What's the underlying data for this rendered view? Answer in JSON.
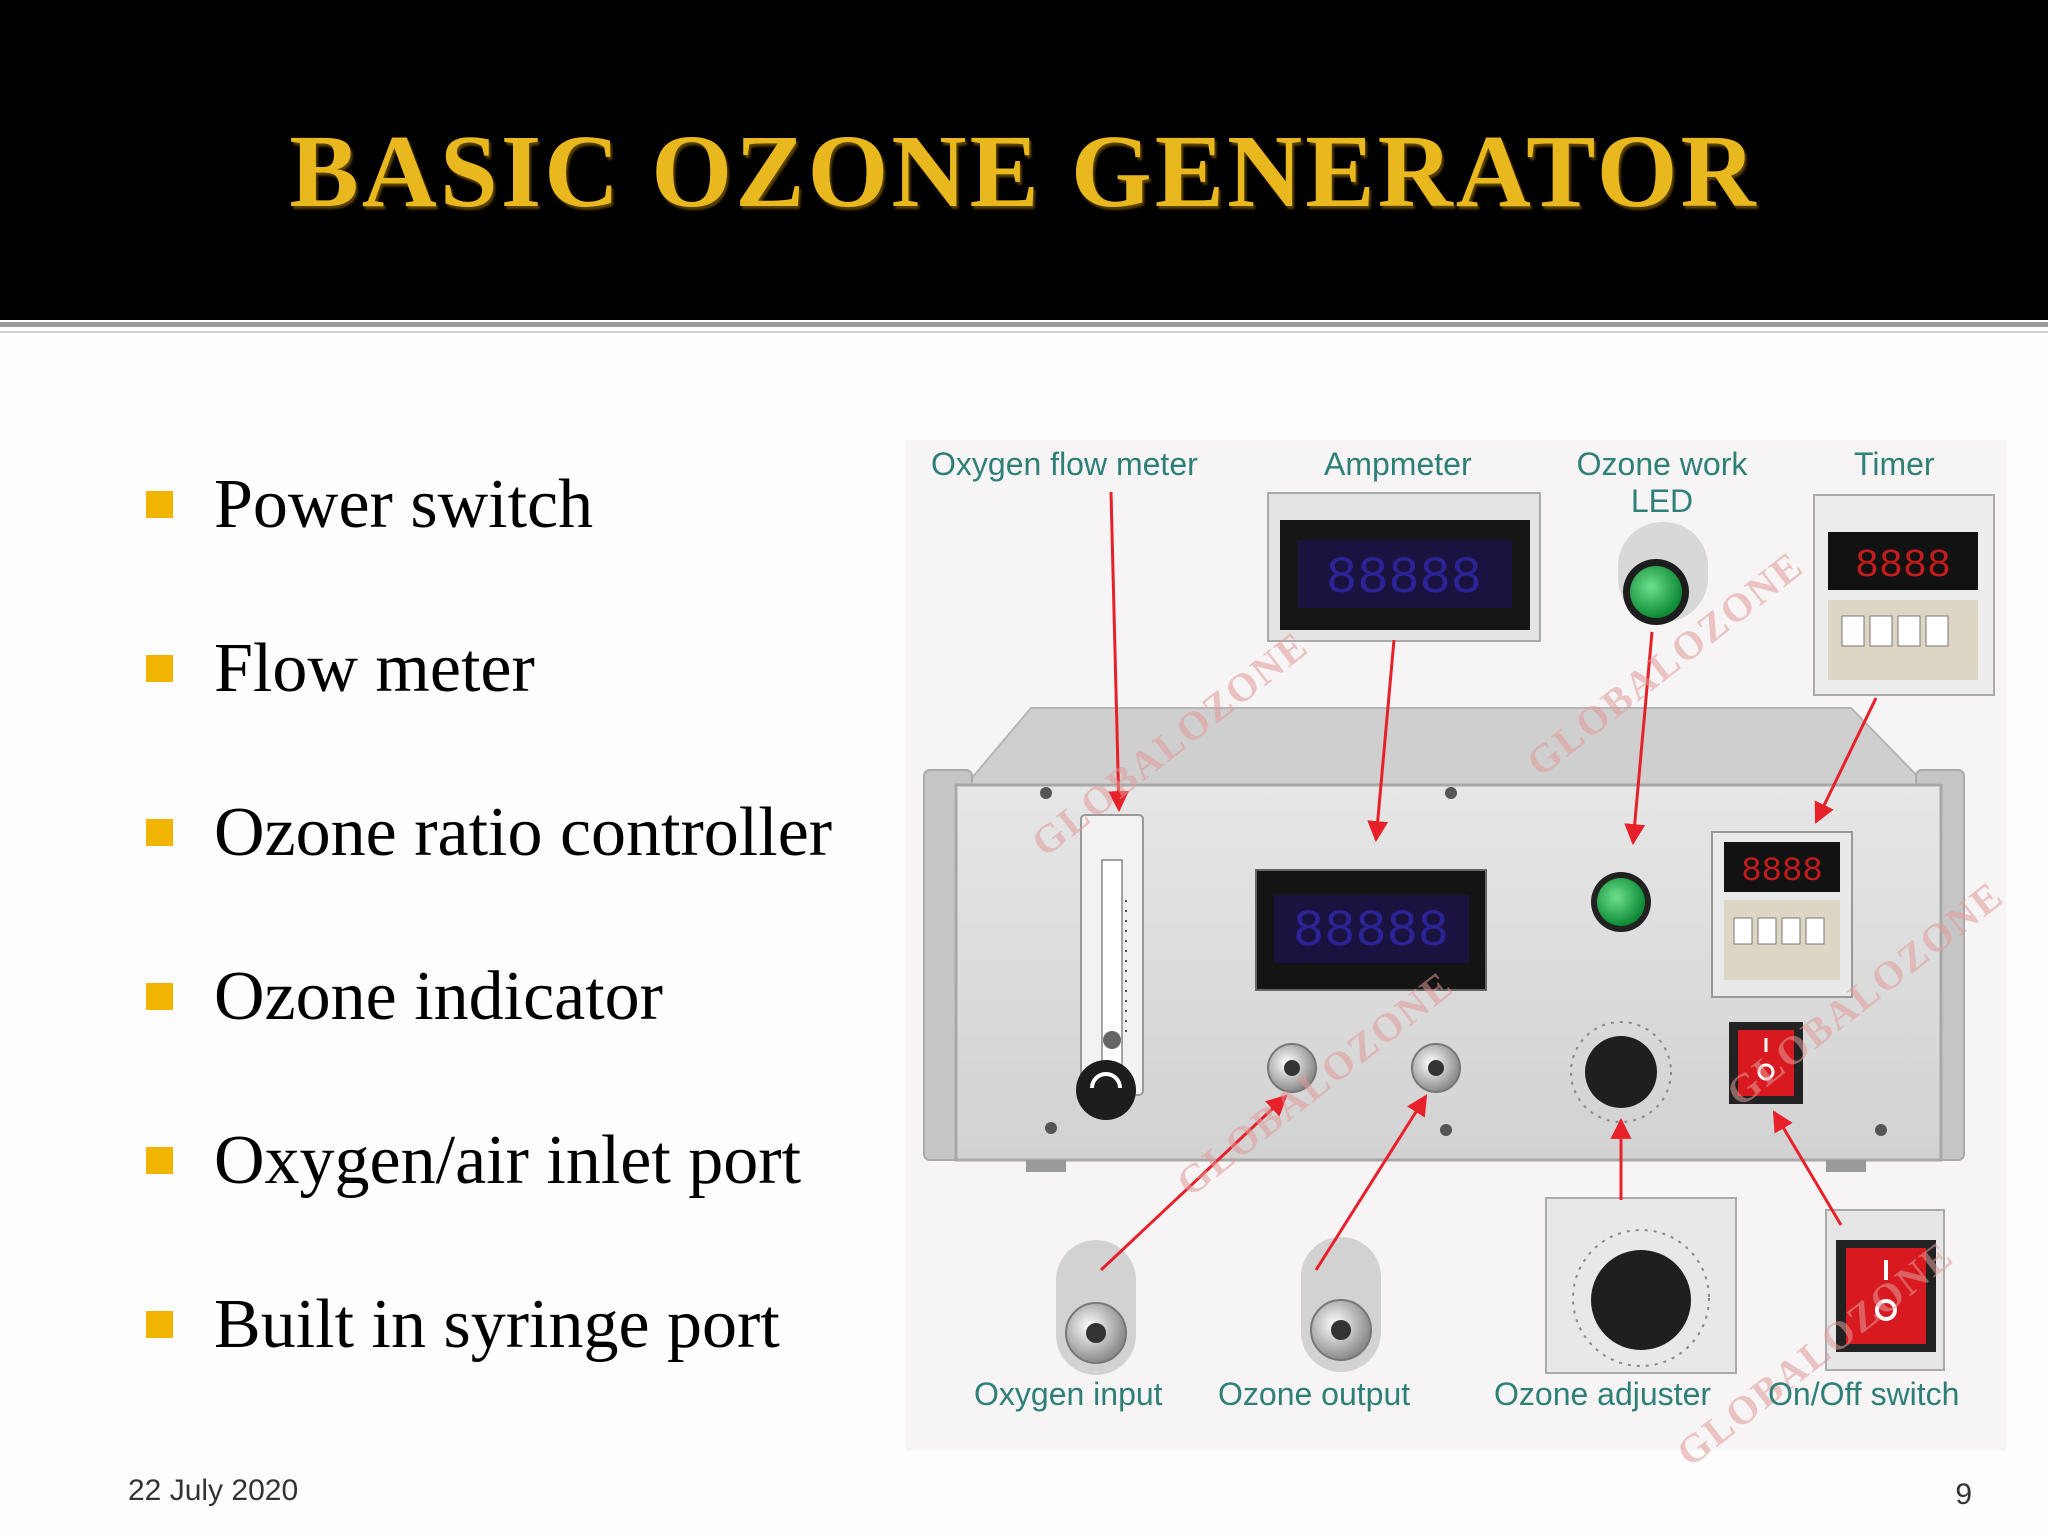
{
  "slide": {
    "title": "BASIC OZONE GENERATOR",
    "date": "22 July 2020",
    "page_number": "9"
  },
  "bullets": [
    "Power switch",
    "Flow meter",
    "Ozone ratio controller",
    "Ozone indicator",
    "Oxygen/air inlet port",
    "Built in syringe port"
  ],
  "figure": {
    "callouts": {
      "oxygen_flow_meter": "Oxygen flow meter",
      "ampmeter": "Ampmeter",
      "ozone_work_led_line1": "Ozone work",
      "ozone_work_led_line2": "LED",
      "timer": "Timer",
      "oxygen_input": "Oxygen input",
      "ozone_output": "Ozone output",
      "ozone_adjuster": "Ozone adjuster",
      "on_off_switch": "On/Off switch"
    },
    "watermark": "GLOBALOZONE",
    "colors": {
      "callout_text": "#2e8077",
      "arrows": "#e8202a",
      "title": "#e8b81e",
      "bullet": "#f1b400"
    }
  }
}
